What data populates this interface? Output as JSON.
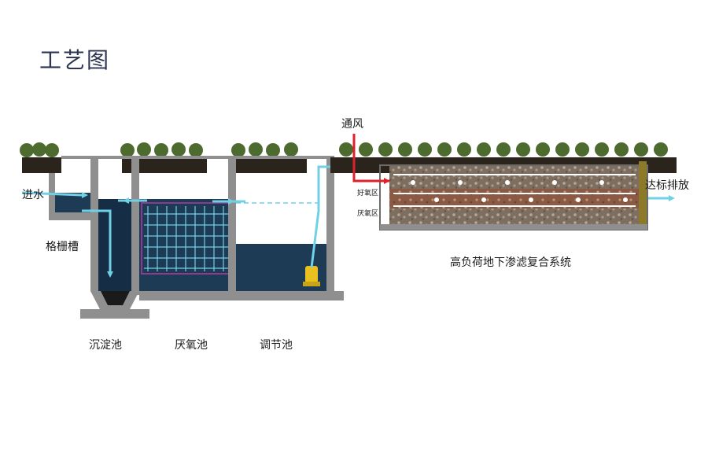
{
  "page": {
    "title": "工艺图"
  },
  "labels": {
    "inlet": "进水",
    "screen_tank": "格栅槽",
    "sedimentation_tank": "沉淀池",
    "anaerobic_tank": "厌氧池",
    "regulating_tank": "调节池",
    "ventilation": "通风",
    "aerobic_zone": "好氧区",
    "anoxic_zone": "厌氧区",
    "discharge": "达标排放",
    "system": "高负荷地下渗滤复合系统"
  },
  "colors": {
    "water": "#1e3b55",
    "water_deep": "#152d45",
    "concrete": "#8f8f8f",
    "concrete_dark": "#6b6b6b",
    "pipe": "#6fd0e6",
    "vent_pipe": "#e0202a",
    "soil": "#2b241c",
    "gravel": "#8b7a6a",
    "plant": "#4d6b2e",
    "frame": "#8a3a8f"
  }
}
